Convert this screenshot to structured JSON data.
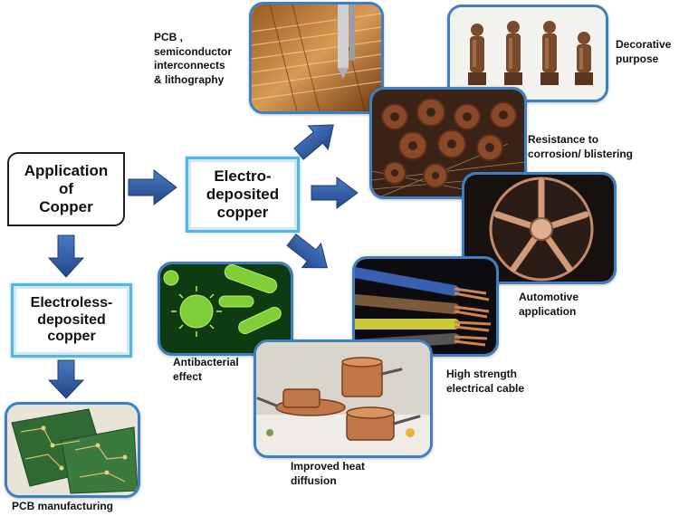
{
  "center": {
    "application_of_copper": "Application\nof\nCopper",
    "electro_deposited": "Electro-\ndeposited\ncopper",
    "electroless_deposited": "Electroless-\ndeposited\ncopper"
  },
  "labels": {
    "pcb_semiconductor": "PCB ,\nsemiconductor\ninterconnects\n& lithography",
    "decorative": "Decorative\npurpose",
    "corrosion": "Resistance to\ncorrosion/ blistering",
    "automotive": "Automotive\napplication",
    "cable": "High strength\nelectrical cable",
    "antibacterial": "Antibacterial\neffect",
    "heat": "Improved heat\ndiffusion",
    "pcb_manufacturing": "PCB manufacturing"
  },
  "colors": {
    "arrow_blue": "#2f5fa8",
    "frame_blue": "#3d7fc1",
    "box_glow": "#58b6dc",
    "copper": "#b87333"
  }
}
